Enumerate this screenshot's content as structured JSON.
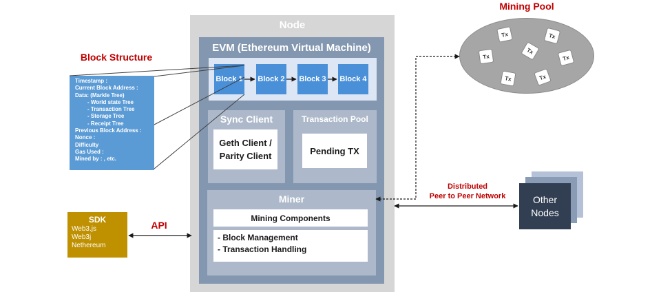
{
  "node": {
    "title": "Node"
  },
  "evm": {
    "title": "EVM (Ethereum Virtual Machine)",
    "blocks": [
      "Block 1",
      "Block 2",
      "Block 3",
      "Block 4"
    ]
  },
  "sync_client": {
    "title": "Sync Client",
    "content_line1": "Geth Client /",
    "content_line2": "Parity Client"
  },
  "transaction_pool": {
    "title": "Transaction Pool",
    "content": "Pending TX"
  },
  "miner": {
    "title": "Miner",
    "components_label": "Mining Components",
    "management_items": [
      "- Block Management",
      "- Transaction Handling"
    ]
  },
  "block_structure": {
    "title": "Block Structure",
    "fields": [
      "Timestamp :",
      "Current Block Address :",
      "Data: (Markle Tree)",
      "- World state Tree",
      "- Transaction Tree",
      "- Storage Tree",
      "- Receipt Tree",
      "Previous Block Address :",
      "Nonce :",
      "Difficulty",
      "Gas Used :",
      "Mined by : , etc."
    ]
  },
  "sdk": {
    "title": "SDK",
    "libraries": [
      "Web3.js",
      "Web3j",
      "Nethereum"
    ]
  },
  "api": {
    "label": "API"
  },
  "mining_pool": {
    "title": "Mining Pool",
    "tx_label": "Tx"
  },
  "network": {
    "line1": "Distributed",
    "line2": "Peer to Peer Network"
  },
  "other_nodes": {
    "line1": "Other",
    "line2": "Nodes"
  },
  "colors": {
    "accent_red": "#c00000",
    "block_blue": "#4a90d9",
    "node_gray": "#d6d6d6",
    "evm_slate": "#8497b0",
    "panel_slate": "#adb9ca",
    "sdk_gold": "#bf9000",
    "other_nodes_navy": "#323f53"
  }
}
